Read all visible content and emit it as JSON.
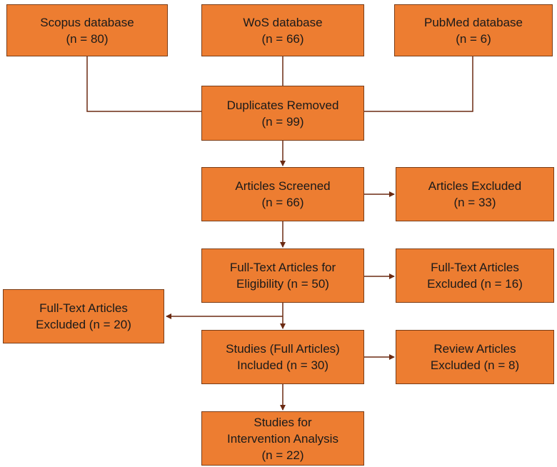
{
  "colors": {
    "box_fill": "#ED7D31",
    "box_border": "#7a3d17",
    "connector": "#6B2A12"
  },
  "boxes": {
    "scopus": {
      "line1": "Scopus database",
      "line2": "(n = 80)"
    },
    "wos": {
      "line1": "WoS database",
      "line2": "(n = 66)"
    },
    "pubmed": {
      "line1": "PubMed database",
      "line2": "(n = 6)"
    },
    "duplicates": {
      "line1": "Duplicates Removed",
      "line2": "(n = 99)"
    },
    "screened": {
      "line1": "Articles Screened",
      "line2": "(n = 66)"
    },
    "excluded_screen": {
      "line1": "Articles Excluded",
      "line2": "(n = 33)"
    },
    "fulltext_eligibility": {
      "line1": "Full-Text Articles for",
      "line2": "Eligibility  (n = 50)"
    },
    "fulltext_excluded_16": {
      "line1": "Full-Text Articles",
      "line2": "Excluded  (n = 16)"
    },
    "fulltext_excluded_20": {
      "line1": "Full-Text Articles",
      "line2": "Excluded  (n = 20)"
    },
    "included": {
      "line1": "Studies (Full Articles)",
      "line2": "Included  (n = 30)"
    },
    "review_excluded": {
      "line1": "Review Articles",
      "line2": "Excluded  (n = 8)"
    },
    "intervention": {
      "line1": "Studies for",
      "line2": "Intervention Analysis",
      "line3": "(n = 22)"
    }
  }
}
